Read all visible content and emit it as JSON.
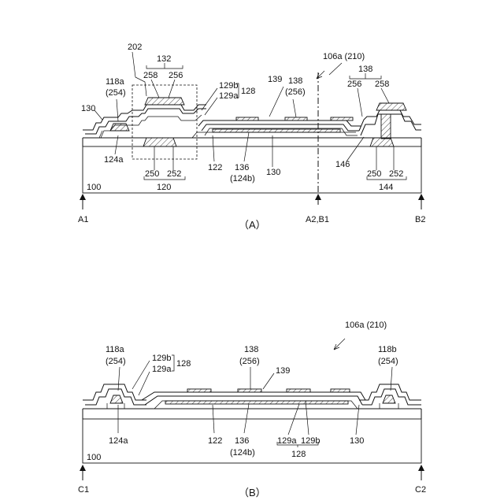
{
  "figure_a": {
    "caption": "（A）",
    "labels": {
      "l_202": "202",
      "l_132": "132",
      "l_258a": "258",
      "l_256a": "256",
      "l_118a": "118a",
      "l_254a": "(254)",
      "l_130a": "130",
      "l_129b": "129b",
      "l_129a": "129a",
      "l_128": "128",
      "l_139": "139",
      "l_138": "138",
      "l_256m": "(256)",
      "l_106a": "106a (210)",
      "l_138r": "138",
      "l_256r": "256",
      "l_258r": "258",
      "l_124a": "124a",
      "l_250": "250",
      "l_252": "252",
      "l_120": "120",
      "l_122": "122",
      "l_136": "136",
      "l_124b": "(124b)",
      "l_130b": "130",
      "l_146": "146",
      "l_250r": "250",
      "l_252r": "252",
      "l_144": "144",
      "l_100": "100",
      "l_A1": "A1",
      "l_A2B1": "A2,B1",
      "l_B2": "B2"
    }
  },
  "figure_b": {
    "caption": "（B）",
    "labels": {
      "l_106a": "106a (210)",
      "l_118a": "118a",
      "l_254a": "(254)",
      "l_129b": "129b",
      "l_129a": "129a",
      "l_128": "128",
      "l_138": "138",
      "l_256": "(256)",
      "l_139": "139",
      "l_118b": "118b",
      "l_254b": "(254)",
      "l_124a": "124a",
      "l_122": "122",
      "l_136": "136",
      "l_124b": "(124b)",
      "l_129a2": "129a",
      "l_129b2": "129b",
      "l_128b": "128",
      "l_130": "130",
      "l_100": "100",
      "l_C1": "C1",
      "l_C2": "C2"
    }
  }
}
